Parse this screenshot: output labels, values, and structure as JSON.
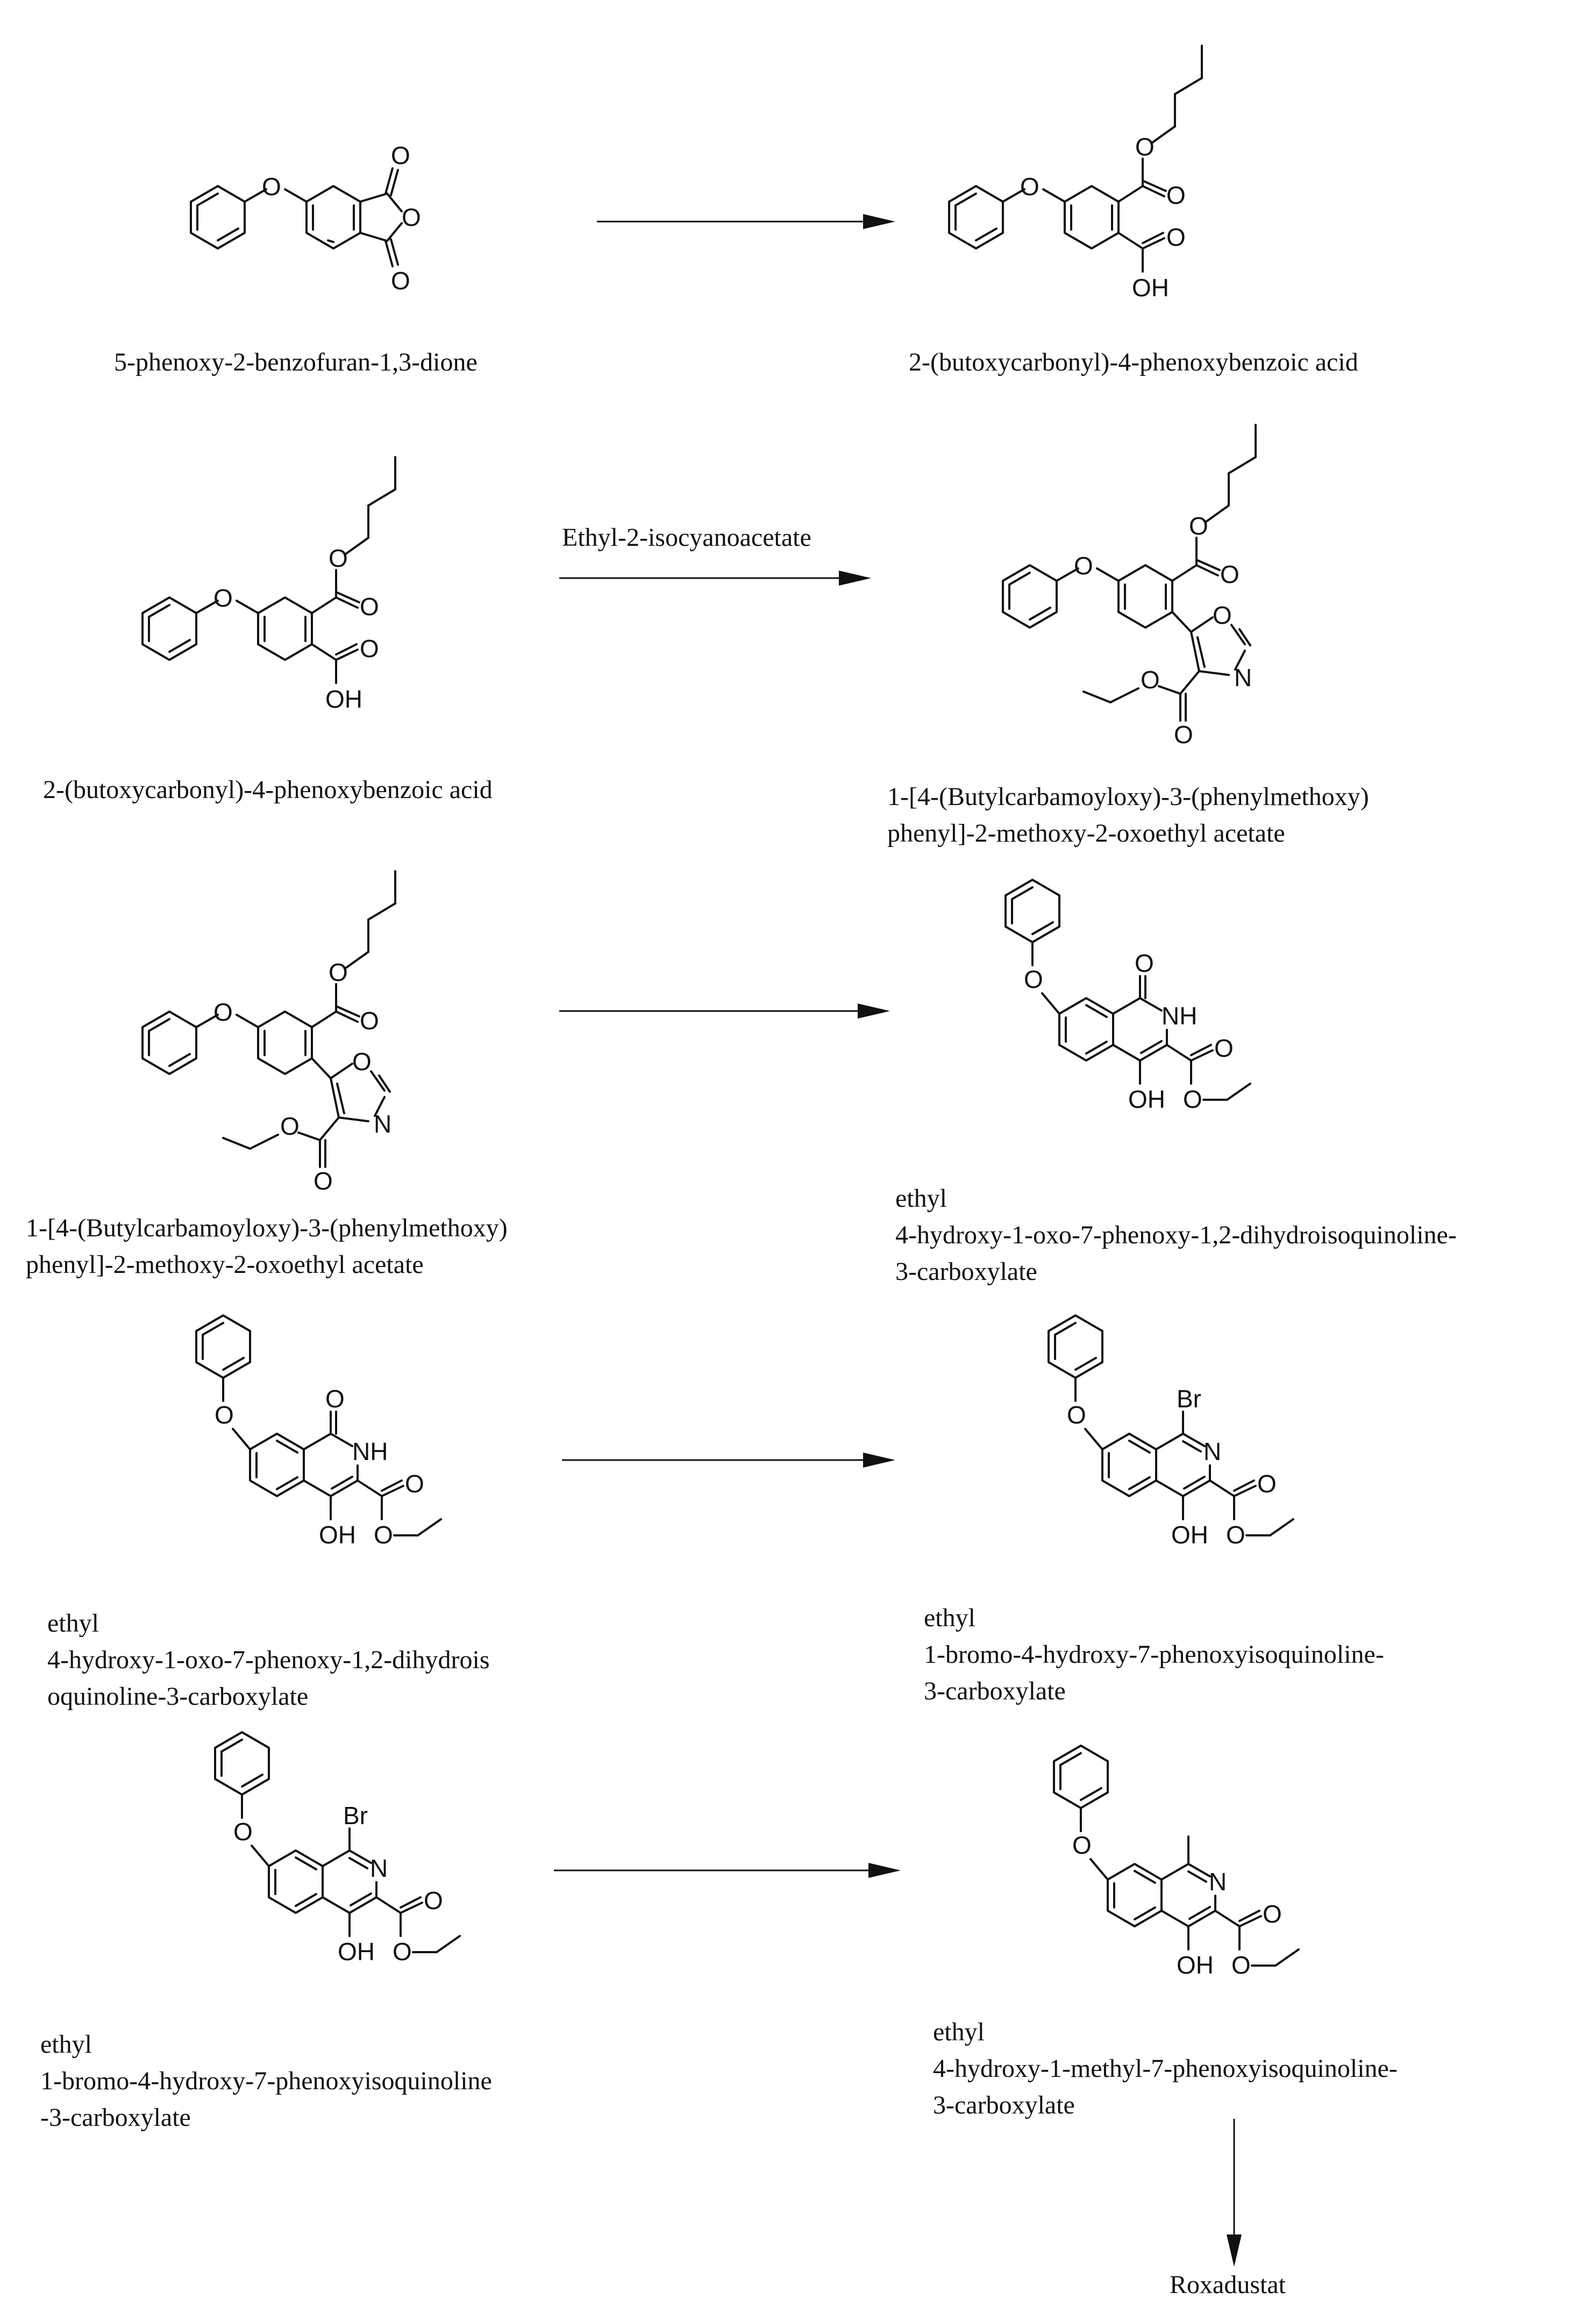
{
  "compounds": [
    {
      "id": "c1",
      "name": "5-phenoxy-2-benzofuran-1,3-dione"
    },
    {
      "id": "c2",
      "name": "2-(butoxycarbonyl)-4-phenoxybenzoic acid"
    },
    {
      "id": "c3",
      "name": "2-(butoxycarbonyl)-4-phenoxybenzoic acid"
    },
    {
      "id": "c4",
      "name": "1-[4-(Butylcarbamoyloxy)-3-(phenylmethoxy)\nphenyl]-2-methoxy-2-oxoethyl acetate"
    },
    {
      "id": "c5",
      "name": "1-[4-(Butylcarbamoyloxy)-3-(phenylmethoxy)\nphenyl]-2-methoxy-2-oxoethyl acetate"
    },
    {
      "id": "c6",
      "name": "ethyl\n4-hydroxy-1-oxo-7-phenoxy-1,2-dihydroisoquinoline-\n3-carboxylate"
    },
    {
      "id": "c7",
      "name": "ethyl\n4-hydroxy-1-oxo-7-phenoxy-1,2-dihydrois\noquinoline-3-carboxylate"
    },
    {
      "id": "c8",
      "name": "ethyl\n1-bromo-4-hydroxy-7-phenoxyisoquinoline-\n3-carboxylate"
    },
    {
      "id": "c9",
      "name": "ethyl\n1-bromo-4-hydroxy-7-phenoxyisoquinoline\n-3-carboxylate"
    },
    {
      "id": "c10",
      "name": "ethyl\n4-hydroxy-1-methyl-7-phenoxyisoquinoline-\n3-carboxylate"
    }
  ],
  "reagents": {
    "step2": "Ethyl-2-isocyanoacetate"
  },
  "product": {
    "name": "Roxadustat"
  },
  "atom_labels": {
    "O": "O",
    "OH": "OH",
    "NH": "NH",
    "N": "N",
    "Br": "Br"
  }
}
